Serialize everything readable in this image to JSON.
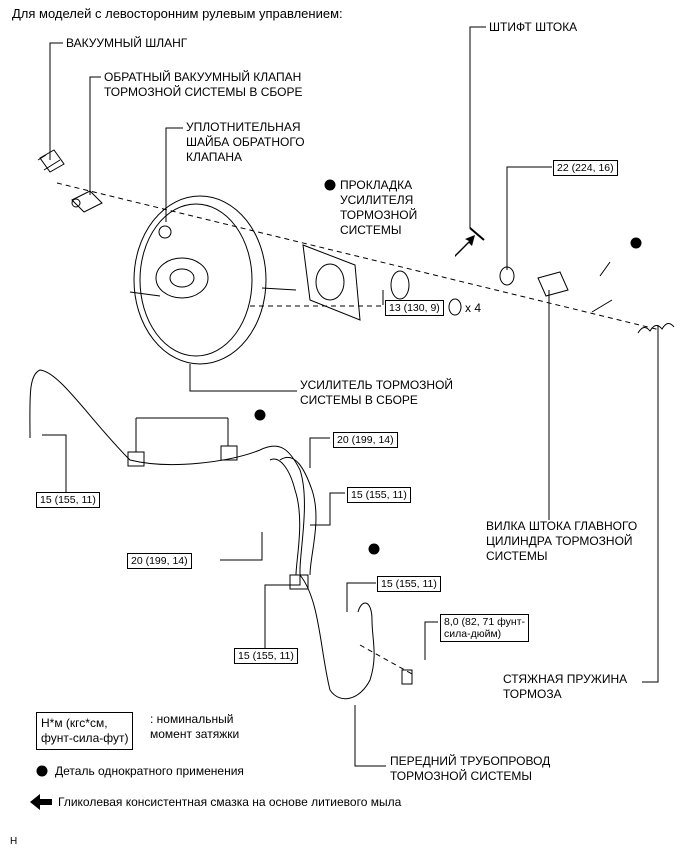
{
  "header": "Для моделей с левосторонним рулевым управлением:",
  "labels": {
    "vacuum_hose": "ВАКУУМНЫЙ ШЛАНГ",
    "check_valve": "ОБРАТНЫЙ ВАКУУМНЫЙ КЛАПАН\nТОРМОЗНОЙ СИСТЕМЫ В СБОРЕ",
    "check_valve_grommet": "УПЛОТНИТЕЛЬНАЯ\nШАЙБА ОБРАТНОГО\nКЛАПАНА",
    "booster_gasket": "ПРОКЛАДКА\nУСИЛИТЕЛЯ\nТОРМОЗНОЙ\nСИСТЕМЫ",
    "push_rod_pin": "ШТИФТ ШТОКА",
    "booster_assembly": "УСИЛИТЕЛЬ ТОРМОЗНОЙ\nСИСТЕМЫ В СБОРЕ",
    "clevis": "ВИЛКА ШТОКА ГЛАВНОГО\nЦИЛИНДРА ТОРМОЗНОЙ\nСИСТЕМЫ",
    "return_spring": "СТЯЖНАЯ ПРУЖИНА\nТОРМОЗА",
    "front_brake_tube": "ПЕРЕДНИЙ ТРУБОПРОВОД\nТОРМОЗНОЙ СИСТЕМЫ",
    "x4": "x 4"
  },
  "torques": {
    "t_22": "22 (224, 16)",
    "t_13": "13 (130, 9)",
    "t_20_upper": "20 (199, 14)",
    "t_15_right": "15 (155, 11)",
    "t_15_left": "15 (155, 11)",
    "t_20_left": "20 (199, 14)",
    "t_15_mid": "15 (155, 11)",
    "t_8": "8,0 (82, 71 фунт-\nсила-дюйм)",
    "t_15_bottom": "15 (155, 11)"
  },
  "legend": {
    "torque_unit": "Н*м (кгс*см,\nфунт-сила-фут)",
    "torque_desc": ": номинальный\nмомент затяжки",
    "non_reusable": "Деталь однократного применения",
    "grease": "Гликолевая консистентная смазка на основе литиевого мыла"
  },
  "footer_code": "H"
}
